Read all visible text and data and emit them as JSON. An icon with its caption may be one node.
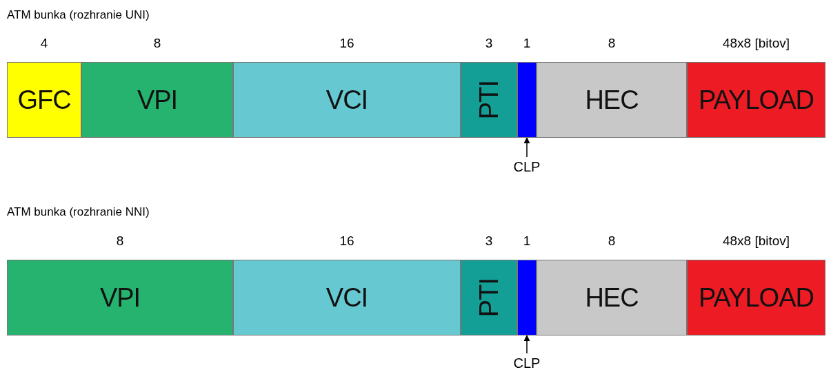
{
  "diagram": {
    "nodes": [
      {
        "text": [
          "GFC"
        ],
        "beside": [
          "4"
        ]
      },
      {
        "text": [
          "VPI"
        ],
        "beside": [
          "8"
        ]
      },
      {
        "text": [
          "VCI"
        ],
        "beside": [
          "16"
        ]
      },
      {
        "text": [
          "PTI"
        ],
        "beside": [
          "3"
        ]
      },
      {
        "text": [],
        "shape": "bar",
        "beside": [
          "1"
        ]
      },
      {
        "text": [
          "HEC"
        ],
        "beside": [
          "8"
        ]
      },
      {
        "text": [
          "PAYLOAD"
        ],
        "beside": [
          "48x8 [bitov]"
        ]
      },
      {
        "text": [
          "CLP"
        ]
      },
      {
        "text": [
          "VPI"
        ],
        "beside": [
          "8"
        ]
      },
      {
        "text": [
          "VCI"
        ],
        "beside": [
          "16"
        ]
      },
      {
        "text": [
          "PTI"
        ],
        "beside": [
          "3"
        ]
      },
      {
        "text": [],
        "shape": "bar",
        "beside": [
          "1"
        ]
      },
      {
        "text": [
          "HEC"
        ],
        "beside": [
          "8"
        ]
      },
      {
        "text": [
          "PAYLOAD"
        ],
        "beside": [
          "48x8 [bitov]"
        ]
      },
      {
        "text": [
          "CLP"
        ]
      }
    ],
    "edges": [
      {
        "from": 7,
        "to": 4,
        "arrow": "to"
      },
      {
        "from": 14,
        "to": 11,
        "arrow": "to"
      }
    ],
    "labels": [
      "ATM bunka (rozhranie UNI)",
      "ATM bunka (rozhranie NNI)"
    ]
  }
}
